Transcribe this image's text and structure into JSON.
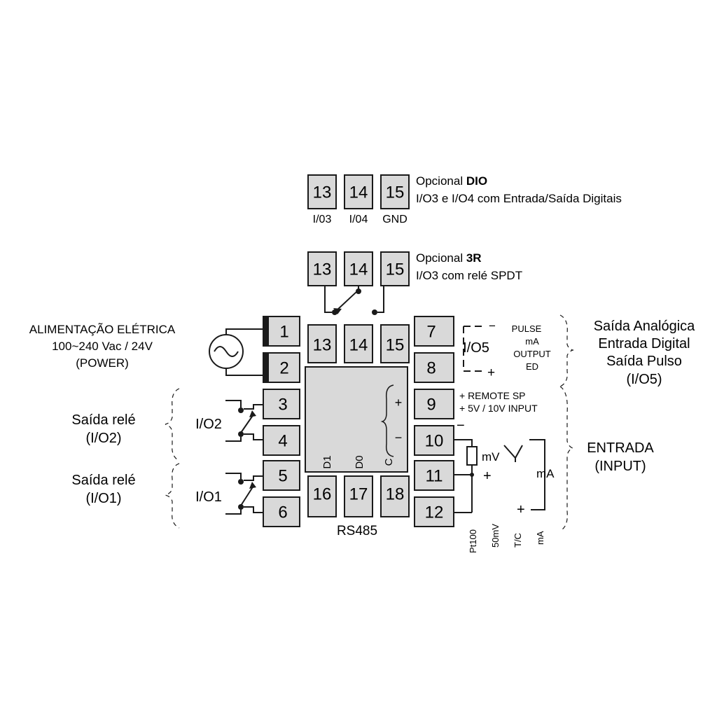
{
  "top_dio": {
    "terminals": [
      "13",
      "14",
      "15"
    ],
    "pin_labels": [
      "I/03",
      "I/04",
      "GND"
    ],
    "title_prefix": "Opcional ",
    "title_bold": "DIO",
    "subtitle": "I/O3 e I/O4 com Entrada/Saída Digitais"
  },
  "top_3r": {
    "terminals": [
      "13",
      "14",
      "15"
    ],
    "title_prefix": "Opcional ",
    "title_bold": "3R",
    "subtitle": "I/O3 com relé SPDT"
  },
  "left_terminals": [
    "1",
    "2",
    "3",
    "4",
    "5",
    "6"
  ],
  "right_terminals": [
    "7",
    "8",
    "9",
    "10",
    "11",
    "12"
  ],
  "top_row": [
    "13",
    "14",
    "15"
  ],
  "bottom_row": [
    "16",
    "17",
    "18"
  ],
  "comm": {
    "labels": [
      "D1",
      "D0",
      "C"
    ],
    "name": "RS485",
    "plus": "+",
    "minus": "−"
  },
  "power": {
    "line1": "ALIMENTAÇÃO ELÉTRICA",
    "line2": "100~240 Vac / 24V",
    "line3": "(POWER)"
  },
  "relay2": {
    "line1": "Saída relé",
    "line2": "(I/O2)",
    "tag": "I/O2"
  },
  "relay1": {
    "line1": "Saída relé",
    "line2": "(I/O1)",
    "tag": "I/O1"
  },
  "io5": {
    "tag": "I/O5",
    "minus": "−",
    "plus": "+",
    "options": [
      "PULSE",
      "mA",
      "OUTPUT",
      "ED"
    ],
    "desc": [
      "Saída Analógica",
      "Entrada Digital",
      "Saída Pulso",
      "(I/O5)"
    ]
  },
  "remote": {
    "line1": "+ REMOTE SP",
    "line2": "+ 5V / 10V INPUT"
  },
  "input": {
    "minus": "−",
    "mv_label": "mV",
    "ma_label": "mA",
    "plus1": "+",
    "plus2": "+",
    "types": [
      "Pt100",
      "50mV",
      "T/C",
      "mA"
    ],
    "desc": [
      "ENTRADA",
      "(INPUT)"
    ]
  }
}
